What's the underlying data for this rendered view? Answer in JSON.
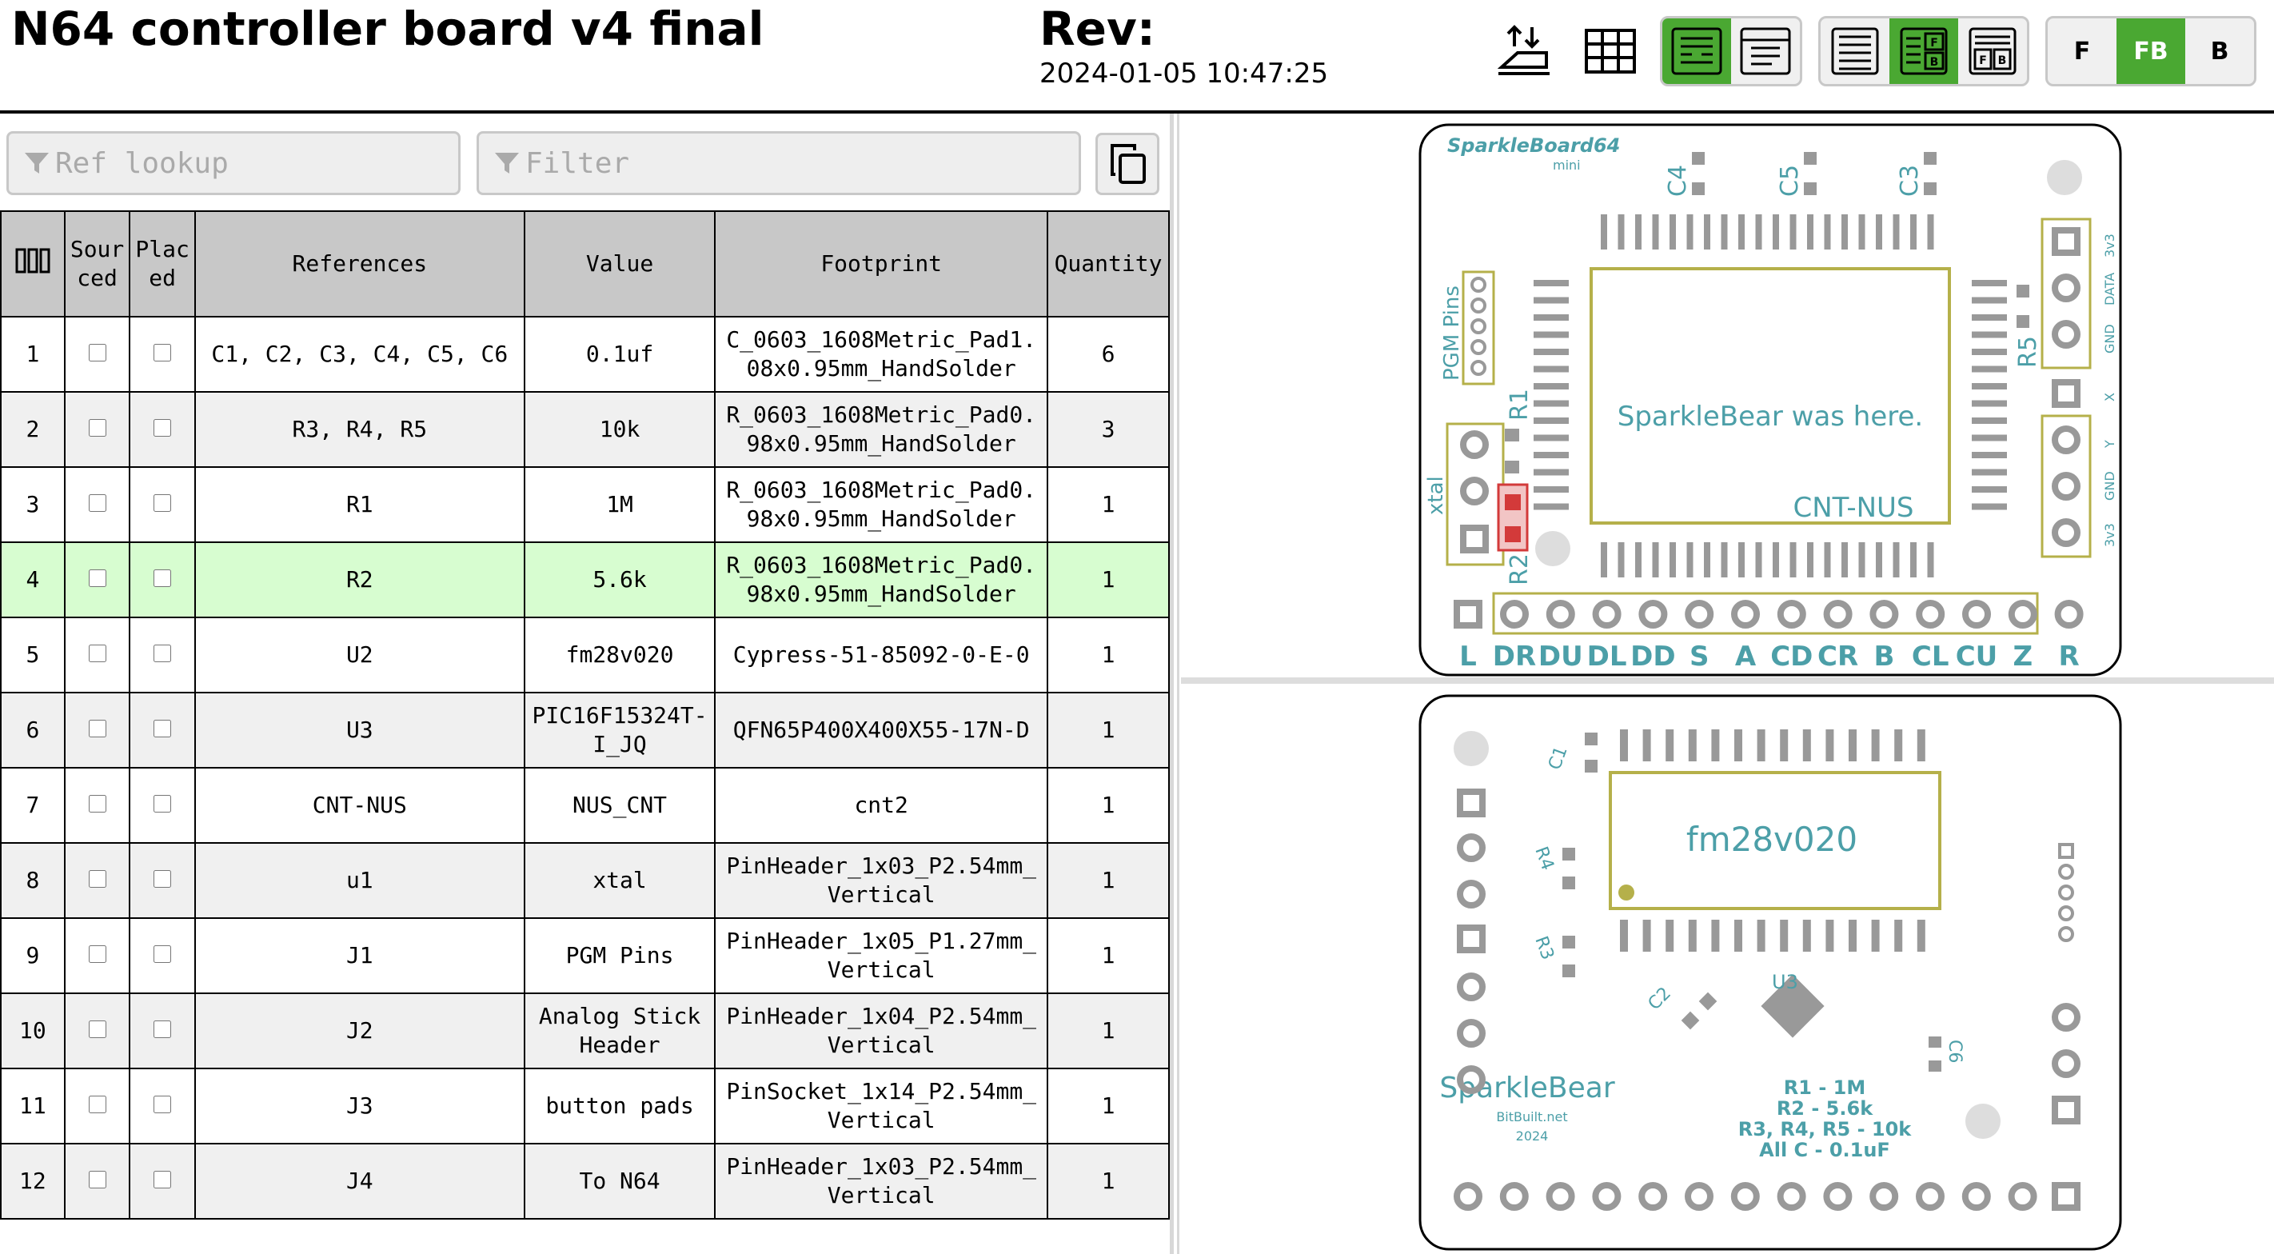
{
  "header": {
    "title": "N64 controller board v4 final",
    "rev_label": "Rev:",
    "date": "2024-01-05 10:47:25"
  },
  "toolbar": {
    "icons": [
      "dark-mode-icon",
      "grid-icon"
    ],
    "bom_layout_group": [
      {
        "icon": "bom-left-right-icon",
        "active": true
      },
      {
        "icon": "bom-top-bottom-icon",
        "active": false
      }
    ],
    "bom_mode_group": [
      {
        "icon": "bom-only-icon",
        "active": false
      },
      {
        "icon": "bom-left-right-fb-icon",
        "active": true
      },
      {
        "icon": "bom-top-bottom-fb-icon",
        "active": false
      }
    ],
    "side_group": [
      {
        "label": "F",
        "active": false
      },
      {
        "label": "FB",
        "active": true
      },
      {
        "label": "B",
        "active": false
      }
    ],
    "accent_color": "#4aa832"
  },
  "search": {
    "ref_placeholder": "Ref lookup",
    "filter_placeholder": "Filter"
  },
  "bom": {
    "headers": {
      "sourced": "Sourced",
      "placed": "Placed",
      "references": "References",
      "value": "Value",
      "footprint": "Footprint",
      "quantity": "Quantity"
    },
    "rows": [
      {
        "num": "1",
        "refs": "C1, C2, C3, C4, C5, C6",
        "value": "0.1uf",
        "footprint": "C_0603_1608Metric_Pad1.08x0.95mm_HandSolder",
        "qty": "6"
      },
      {
        "num": "2",
        "refs": "R3, R4, R5",
        "value": "10k",
        "footprint": "R_0603_1608Metric_Pad0.98x0.95mm_HandSolder",
        "qty": "3"
      },
      {
        "num": "3",
        "refs": "R1",
        "value": "1M",
        "footprint": "R_0603_1608Metric_Pad0.98x0.95mm_HandSolder",
        "qty": "1"
      },
      {
        "num": "4",
        "refs": "R2",
        "value": "5.6k",
        "footprint": "R_0603_1608Metric_Pad0.98x0.95mm_HandSolder",
        "qty": "1",
        "highlighted": true
      },
      {
        "num": "5",
        "refs": "U2",
        "value": "fm28v020",
        "footprint": "Cypress-51-85092-0-E-0",
        "qty": "1"
      },
      {
        "num": "6",
        "refs": "U3",
        "value": "PIC16F15324T-I_JQ",
        "footprint": "QFN65P400X400X55-17N-D",
        "qty": "1"
      },
      {
        "num": "7",
        "refs": "CNT-NUS",
        "value": "NUS_CNT",
        "footprint": "cnt2",
        "qty": "1"
      },
      {
        "num": "8",
        "refs": "u1",
        "value": "xtal",
        "footprint": "PinHeader_1x03_P2.54mm_Vertical",
        "qty": "1"
      },
      {
        "num": "9",
        "refs": "J1",
        "value": "PGM Pins",
        "footprint": "PinHeader_1x05_P1.27mm_Vertical",
        "qty": "1"
      },
      {
        "num": "10",
        "refs": "J2",
        "value": "Analog Stick Header",
        "footprint": "PinHeader_1x04_P2.54mm_Vertical",
        "qty": "1"
      },
      {
        "num": "11",
        "refs": "J3",
        "value": "button pads",
        "footprint": "PinSocket_1x14_P2.54mm_Vertical",
        "qty": "1"
      },
      {
        "num": "12",
        "refs": "J4",
        "value": "To N64",
        "footprint": "PinHeader_1x03_P2.54mm_Vertical",
        "qty": "1"
      }
    ]
  },
  "front_board": {
    "brand": "SparkleBoard64",
    "brand_sub": "mini",
    "center_text": "SparkleBear was here.",
    "cnt_label": "CNT-NUS",
    "pgm_label": "PGM Pins",
    "xtal_label": "xtal",
    "caps": [
      "C4",
      "C5",
      "C3"
    ],
    "r1": "R1",
    "r2": "R2",
    "r5": "R5",
    "right_pins_top": [
      "3v3",
      "DATA",
      "GND"
    ],
    "right_pins_bottom": [
      "X",
      "Y",
      "GND",
      "3v3"
    ],
    "button_labels": [
      "L",
      "DR",
      "DU",
      "DL",
      "DD",
      "S",
      "A",
      "CD",
      "CR",
      "B",
      "CL",
      "CU",
      "Z",
      "R"
    ]
  },
  "back_board": {
    "chip_label": "fm28v020",
    "u3_label": "U3",
    "brand": "SparkleBear",
    "site": "BitBuilt.net",
    "year": "2024",
    "refs": [
      "C1",
      "R4",
      "R3",
      "C2",
      "C6"
    ],
    "notes": [
      "R1 - 1M",
      "R2 - 5.6k",
      "R3, R4, R5 - 10k",
      "All C - 0.1uF"
    ]
  },
  "colors": {
    "silkscreen": "#4c9fa8",
    "pad_yellow": "#b5b04a",
    "pad_gray": "#999999",
    "highlight": "#d7fdd0",
    "highlight_pad": "#d33a3a"
  }
}
